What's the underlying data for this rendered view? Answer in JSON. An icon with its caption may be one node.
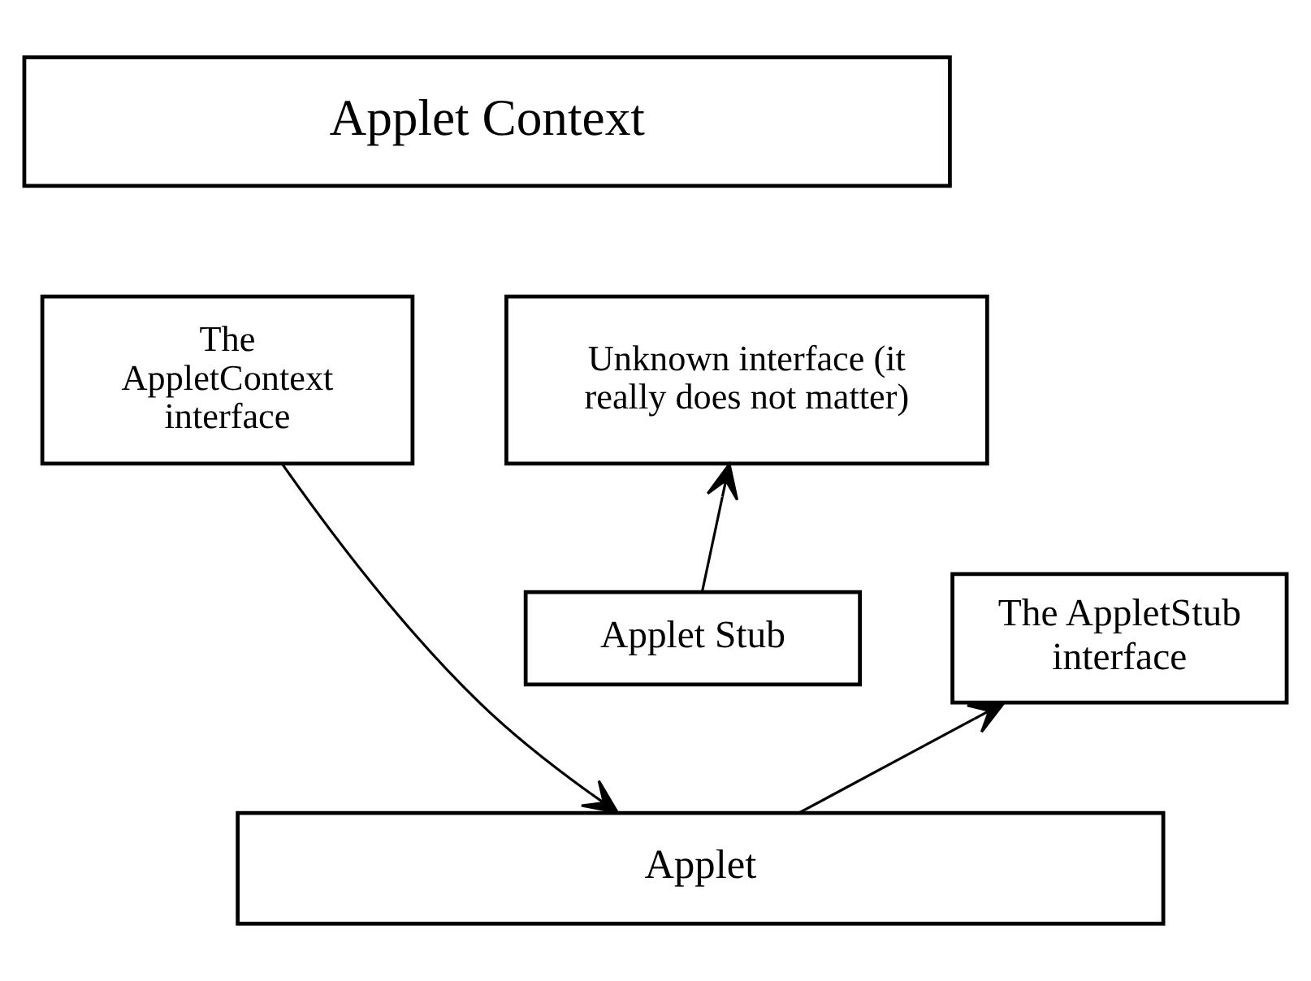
{
  "diagram": {
    "nodes": [
      {
        "text": [
          "Applet Context"
        ]
      },
      {
        "text": [
          "The AppletContext interface"
        ]
      },
      {
        "text": [
          "Unknown interface (it really does not matter)"
        ]
      },
      {
        "text": [
          "Applet Stub"
        ]
      },
      {
        "text": [
          "The AppletStub interface"
        ]
      },
      {
        "text": [
          "Applet"
        ]
      }
    ],
    "edges": [
      {
        "from": 1,
        "to": 5,
        "arrow": "to"
      },
      {
        "from": 5,
        "to": 4,
        "arrow": "to"
      },
      {
        "from": 3,
        "to": 2,
        "arrow": "to"
      }
    ]
  }
}
